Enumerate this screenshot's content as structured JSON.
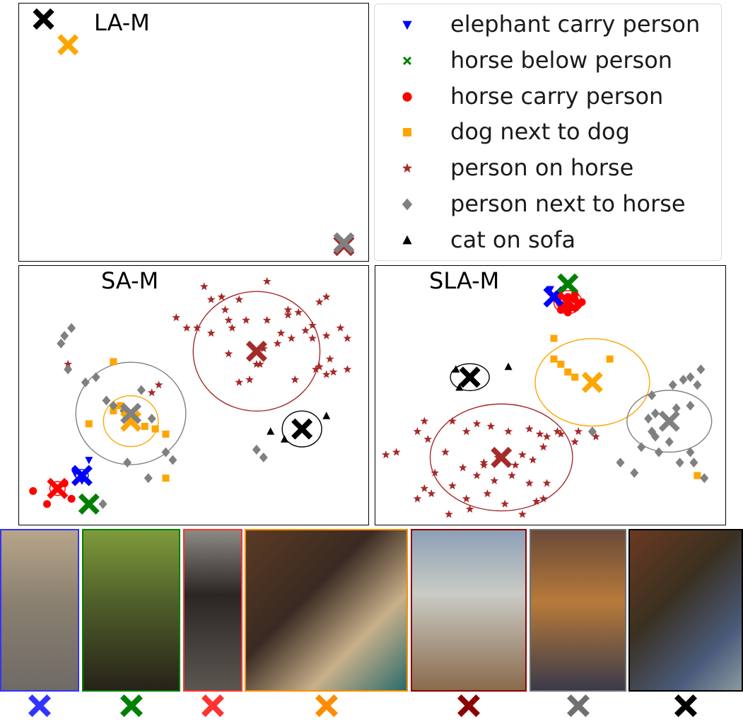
{
  "legend": [
    {
      "label": "elephant carry person",
      "marker": "triangle-down",
      "color": "#0000ff"
    },
    {
      "label": "horse below person",
      "marker": "x",
      "color": "#008000"
    },
    {
      "label": "horse carry person",
      "marker": "circle",
      "color": "#ff0000"
    },
    {
      "label": "dog next to dog",
      "marker": "square",
      "color": "#ffa500"
    },
    {
      "label": "person on horse",
      "marker": "star",
      "color": "#a52a2a"
    },
    {
      "label": "person next to horse",
      "marker": "diamond",
      "color": "#808080"
    },
    {
      "label": "cat on sofa",
      "marker": "triangle-up",
      "color": "#000000"
    }
  ],
  "chart_data": [
    {
      "type": "scatter",
      "title": "LA-M",
      "xlim": [
        0,
        100
      ],
      "ylim": [
        0,
        100
      ],
      "series": [
        {
          "name": "elephant carry person",
          "centroid": [
            7,
            94
          ]
        },
        {
          "name": "horse below person",
          "centroid": [
            7,
            94
          ]
        },
        {
          "name": "horse carry person",
          "centroid": [
            93,
            6
          ]
        },
        {
          "name": "dog next to dog",
          "centroid": [
            14,
            84
          ]
        },
        {
          "name": "person on horse",
          "centroid": [
            93,
            6
          ]
        },
        {
          "name": "person next to horse",
          "centroid": [
            93,
            7
          ]
        },
        {
          "name": "cat on sofa",
          "centroid": [
            7,
            94
          ]
        }
      ]
    },
    {
      "type": "scatter",
      "title": "SA-M",
      "xlim": [
        0,
        100
      ],
      "ylim": [
        0,
        100
      ],
      "series": [
        {
          "name": "elephant carry person",
          "centroid": [
            18,
            19
          ],
          "ellipse": [
            3.6,
            4.7
          ],
          "x": [
            20,
            18,
            16
          ],
          "y": [
            25,
            17,
            20
          ]
        },
        {
          "name": "horse below person",
          "centroid": [
            20,
            8
          ]
        },
        {
          "name": "horse carry person",
          "centroid": [
            11,
            14
          ],
          "ellipse": [
            4.4,
            5.4
          ],
          "x": [
            4,
            8,
            13,
            15
          ],
          "y": [
            13,
            8,
            16,
            10
          ]
        },
        {
          "name": "dog next to dog",
          "centroid": [
            32,
            40
          ],
          "ellipse": [
            15.7,
            19.6
          ],
          "x": [
            27,
            36,
            39,
            42,
            20,
            29,
            42,
            27
          ],
          "y": [
            63,
            38,
            37,
            35,
            39,
            46,
            18,
            44
          ]
        },
        {
          "name": "person on horse",
          "centroid": [
            68,
            67
          ],
          "ellipse": [
            36.3,
            46.2
          ],
          "x": [
            53,
            55,
            58,
            45,
            48,
            63,
            59,
            71,
            77,
            71,
            77,
            80,
            84,
            86,
            88,
            88,
            60,
            61,
            65,
            75,
            78,
            74,
            69,
            84,
            82,
            86,
            92,
            94,
            94,
            90,
            88,
            89,
            68,
            51,
            55,
            70,
            66,
            60,
            63,
            79,
            85,
            38,
            40,
            14
          ],
          "y": [
            92,
            87,
            88,
            80,
            76,
            87,
            83,
            94,
            83,
            79,
            81,
            82,
            77,
            86,
            88,
            73,
            79,
            76,
            79,
            74,
            72,
            70,
            62,
            72,
            75,
            61,
            76,
            72,
            60,
            59,
            58,
            64,
            62,
            76,
            74,
            68,
            56,
            66,
            55,
            56,
            60,
            51,
            54,
            62
          ]
        },
        {
          "name": "person next to horse",
          "centroid": [
            32,
            43
          ],
          "ellipse": [
            31.5,
            39.6
          ],
          "x": [
            15,
            13,
            12,
            14,
            19,
            22,
            25,
            27,
            30,
            35,
            38,
            42,
            44,
            70,
            68,
            37,
            31,
            24
          ],
          "y": [
            76,
            73,
            70,
            60,
            55,
            57,
            48,
            46,
            44,
            52,
            41,
            28,
            25,
            26,
            29,
            18,
            24,
            8
          ]
        },
        {
          "name": "cat on sofa",
          "centroid": [
            81,
            37
          ],
          "ellipse": [
            11.3,
            13.9
          ],
          "x": [
            72,
            76,
            88
          ],
          "y": [
            36,
            33,
            42
          ]
        }
      ]
    },
    {
      "type": "scatter",
      "title": "SLA-M",
      "xlim": [
        0,
        100
      ],
      "ylim": [
        0,
        100
      ],
      "series": [
        {
          "name": "elephant carry person",
          "centroid": [
            51,
            88
          ],
          "x": [
            50,
            52
          ],
          "y": [
            91,
            86
          ]
        },
        {
          "name": "horse below person",
          "centroid": [
            55,
            93
          ]
        },
        {
          "name": "horse carry person",
          "centroid": [
            55,
            86
          ],
          "ellipse": [
            8,
            8.9
          ],
          "x": [
            52,
            53,
            55,
            57,
            58,
            54,
            56,
            53,
            52,
            57,
            59,
            55
          ],
          "y": [
            87,
            85,
            88,
            87,
            85,
            84,
            84,
            83,
            89,
            89,
            86,
            82
          ]
        },
        {
          "name": "dog next to dog",
          "centroid": [
            62,
            55
          ],
          "ellipse": [
            32.7,
            33.8
          ],
          "x": [
            51,
            51,
            53,
            55,
            57,
            67,
            92
          ],
          "y": [
            72,
            64,
            62,
            59,
            57,
            64,
            19
          ]
        },
        {
          "name": "person on horse",
          "centroid": [
            36,
            26
          ],
          "ellipse": [
            40.7,
            41.3
          ],
          "x": [
            6,
            3,
            14,
            12,
            15,
            22,
            26,
            29,
            33,
            38,
            44,
            47,
            49,
            52,
            53,
            57,
            58,
            48,
            45,
            40,
            35,
            31,
            25,
            20,
            17,
            14,
            12,
            16,
            22,
            29,
            34,
            39,
            44,
            49,
            46,
            42,
            37,
            32,
            27,
            21,
            26,
            31,
            42,
            48,
            63
          ],
          "y": [
            28,
            27,
            40,
            36,
            33,
            40,
            36,
            39,
            38,
            36,
            37,
            35,
            34,
            36,
            35,
            32,
            36,
            30,
            25,
            23,
            26,
            24,
            22,
            28,
            20,
            14,
            10,
            12,
            15,
            19,
            17,
            19,
            16,
            16,
            9,
            4,
            8,
            12,
            6,
            4,
            10,
            23,
            27,
            10,
            34
          ]
        },
        {
          "name": "person next to horse",
          "centroid": [
            84,
            40
          ],
          "ellipse": [
            24.2,
            23.9
          ],
          "x": [
            85,
            88,
            90,
            93,
            92,
            90,
            86,
            80,
            78,
            79,
            76,
            81,
            87,
            90,
            94,
            91,
            84,
            80,
            70,
            62,
            74,
            79
          ],
          "y": [
            54,
            56,
            57,
            60,
            54,
            46,
            45,
            43,
            41,
            36,
            30,
            28,
            24,
            28,
            18,
            24,
            32,
            34,
            24,
            36,
            20,
            50
          ]
        },
        {
          "name": "cat on sofa",
          "centroid": [
            27,
            57
          ],
          "ellipse": [
            11.1,
            10.4
          ],
          "x": [
            23,
            24,
            38
          ],
          "y": [
            60,
            53,
            61
          ]
        }
      ]
    }
  ],
  "photo_strip": [
    {
      "subject": "elephant carry person",
      "color": "#3333ff"
    },
    {
      "subject": "horse below person",
      "color": "#008000"
    },
    {
      "subject": "horse carry person",
      "color": "#ff3333"
    },
    {
      "subject": "dog next to dog",
      "color": "#ff8c00"
    },
    {
      "subject": "person on horse",
      "color": "#8b0000"
    },
    {
      "subject": "person next to horse",
      "color": "#707070"
    },
    {
      "subject": "cat on sofa",
      "color": "#000000"
    }
  ]
}
